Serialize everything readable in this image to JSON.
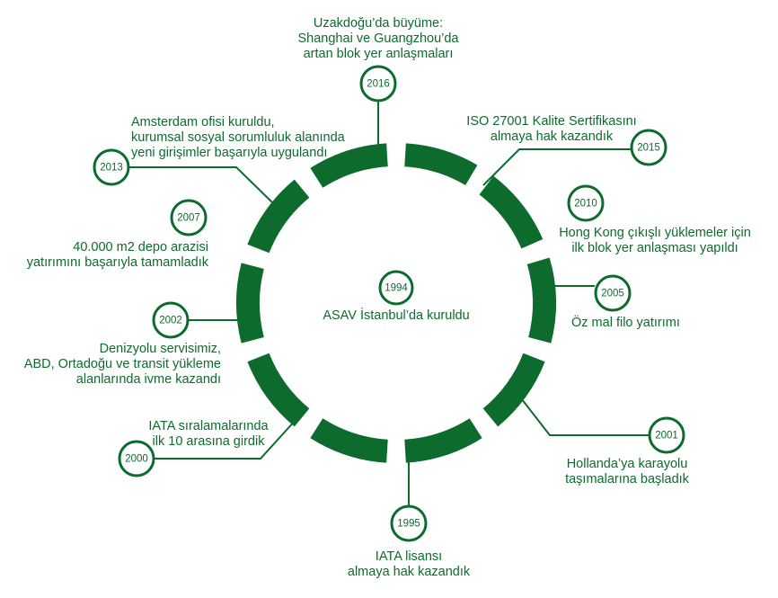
{
  "colors": {
    "accent": "#0e6b2e",
    "background": "#ffffff"
  },
  "center": {
    "year": "1994",
    "lines": [
      "ASAV İstanbul’da kuruldu"
    ]
  },
  "milestones": [
    {
      "year": "2016",
      "lines": [
        "Uzakdoğu’da büyüme:",
        "Shanghai ve Guangzhou’da",
        "artan blok yer anlaşmaları"
      ]
    },
    {
      "year": "2015",
      "lines": [
        "ISO 27001 Kalite Sertifikasını",
        "almaya hak kazandık"
      ]
    },
    {
      "year": "2010",
      "lines": [
        "Hong Kong çıkışlı yüklemeler için",
        "ilk blok yer anlaşması yapıldı"
      ]
    },
    {
      "year": "2005",
      "lines": [
        "Öz mal filo yatırımı"
      ]
    },
    {
      "year": "2001",
      "lines": [
        "Hollanda’ya karayolu",
        "taşımalarına başladık"
      ]
    },
    {
      "year": "1995",
      "lines": [
        "IATA lisansı",
        "almaya hak kazandık"
      ]
    },
    {
      "year": "2000",
      "lines": [
        "IATA sıralamalarında",
        "ilk 10 arasına girdik"
      ]
    },
    {
      "year": "2002",
      "lines": [
        "Denizyolu servisimiz,",
        "ABD, Ortadoğu ve transit yükleme",
        "alanlarında ivme kazandı"
      ]
    },
    {
      "year": "2007",
      "lines": [
        "40.000 m2 depo arazisi",
        "yatırımını başarıyla tamamladık"
      ]
    },
    {
      "year": "2013",
      "lines": [
        "Amsterdam ofisi kuruldu,",
        "kurumsal sosyal sorumluluk alanında",
        "yeni girişimler başarıyla uygulandı"
      ]
    }
  ]
}
